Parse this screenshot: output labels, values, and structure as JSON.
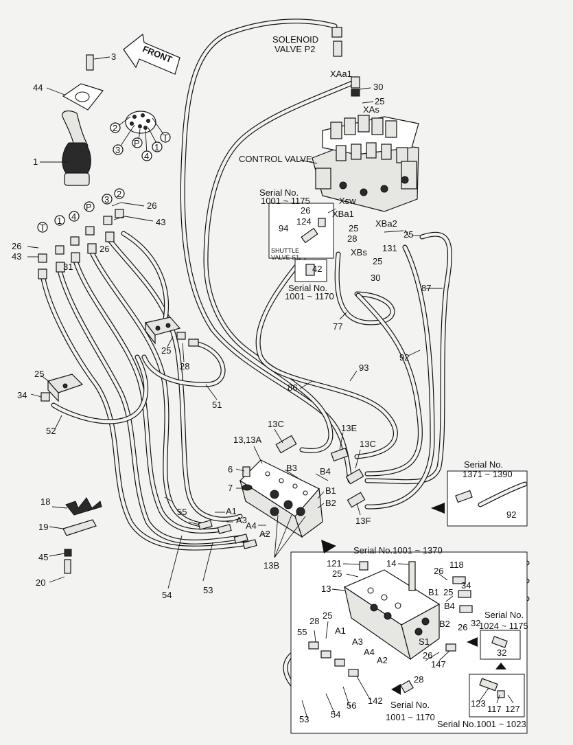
{
  "diagram": {
    "labels": {
      "solenoid": "SOLENOID",
      "valve_p2": "VALVE  P2",
      "front": "FRONT",
      "control_valve": "CONTROL VALVE",
      "xaa1": "XAa1",
      "xas": "XAs",
      "xsw": "Xsw",
      "xba1": "XBa1",
      "xba2": "XBa2",
      "xbs": "XBs",
      "serial_1001_1175": "Serial No.",
      "serial_1001_1175_range": "1001 ~ 1175",
      "serial_1001_1170": "Serial No.",
      "serial_1001_1170_range": "1001 ~ 1170",
      "shuttle_valve": "SHUTTLE",
      "shuttle_valve_2": "VALVE  S1",
      "serial_1371_1390": "Serial No.",
      "serial_1371_1390_range": "1371 ~ 1390",
      "serial_1001_1370": "Serial No.1001 ~ 1370",
      "serial_1024_1175": "Serial No.",
      "serial_1024_1175_range": "1024 ~ 1175",
      "serial_1001_1170_b": "Serial No.",
      "serial_1001_1170_b_range": "1001 ~ 1170",
      "serial_1001_1023": "Serial No.1001 ~ 1023"
    },
    "ports": {
      "p2": "2",
      "p3": "3",
      "pP": "P",
      "p4": "4",
      "p1": "1",
      "pT": "T"
    },
    "callouts": [
      {
        "id": "c3",
        "text": "3"
      },
      {
        "id": "c44",
        "text": "44"
      },
      {
        "id": "c1",
        "text": "1"
      },
      {
        "id": "c26a",
        "text": "26"
      },
      {
        "id": "c43a",
        "text": "43"
      },
      {
        "id": "c26b",
        "text": "26"
      },
      {
        "id": "c43b",
        "text": "43"
      },
      {
        "id": "c26c",
        "text": "26"
      },
      {
        "id": "c31",
        "text": "31"
      },
      {
        "id": "c25a",
        "text": "25"
      },
      {
        "id": "c28a",
        "text": "28"
      },
      {
        "id": "c25b",
        "text": "25"
      },
      {
        "id": "c34a",
        "text": "34"
      },
      {
        "id": "c51",
        "text": "51"
      },
      {
        "id": "c52",
        "text": "52"
      },
      {
        "id": "c18",
        "text": "18"
      },
      {
        "id": "c19",
        "text": "19"
      },
      {
        "id": "c45",
        "text": "45"
      },
      {
        "id": "c20",
        "text": "20"
      },
      {
        "id": "c30a",
        "text": "30"
      },
      {
        "id": "c25c",
        "text": "25"
      },
      {
        "id": "c26d",
        "text": "26"
      },
      {
        "id": "c124",
        "text": "124"
      },
      {
        "id": "c94",
        "text": "94"
      },
      {
        "id": "c25d",
        "text": "25"
      },
      {
        "id": "c28b",
        "text": "28"
      },
      {
        "id": "c42",
        "text": "42"
      },
      {
        "id": "c25e",
        "text": "25"
      },
      {
        "id": "c131",
        "text": "131"
      },
      {
        "id": "c25f",
        "text": "25"
      },
      {
        "id": "c30b",
        "text": "30"
      },
      {
        "id": "c87",
        "text": "87"
      },
      {
        "id": "c77",
        "text": "77"
      },
      {
        "id": "c92a",
        "text": "92"
      },
      {
        "id": "c93",
        "text": "93"
      },
      {
        "id": "c86",
        "text": "86"
      },
      {
        "id": "c13c_a",
        "text": "13C"
      },
      {
        "id": "c13e",
        "text": "13E"
      },
      {
        "id": "c13c_b",
        "text": "13C"
      },
      {
        "id": "c1313a",
        "text": "13,13A"
      },
      {
        "id": "c6",
        "text": "6"
      },
      {
        "id": "c7",
        "text": "7"
      },
      {
        "id": "cB3",
        "text": "B3"
      },
      {
        "id": "cB4",
        "text": "B4"
      },
      {
        "id": "cB1",
        "text": "B1"
      },
      {
        "id": "cB2",
        "text": "B2"
      },
      {
        "id": "c13f",
        "text": "13F"
      },
      {
        "id": "cA1",
        "text": "A1"
      },
      {
        "id": "cA3",
        "text": "A3"
      },
      {
        "id": "cA4",
        "text": "A4"
      },
      {
        "id": "cA2",
        "text": "A2"
      },
      {
        "id": "c55a",
        "text": "55"
      },
      {
        "id": "c13b",
        "text": "13B"
      },
      {
        "id": "c54a",
        "text": "54"
      },
      {
        "id": "c53a",
        "text": "53"
      },
      {
        "id": "c92b",
        "text": "92"
      },
      {
        "id": "c121",
        "text": "121"
      },
      {
        "id": "c25g",
        "text": "25"
      },
      {
        "id": "c14",
        "text": "14"
      },
      {
        "id": "c13",
        "text": "13"
      },
      {
        "id": "c26e",
        "text": "26"
      },
      {
        "id": "c118",
        "text": "118"
      },
      {
        "id": "c34b",
        "text": "34"
      },
      {
        "id": "c25h",
        "text": "25"
      },
      {
        "id": "cB1b",
        "text": "B1"
      },
      {
        "id": "cB4b",
        "text": "B4"
      },
      {
        "id": "c32a",
        "text": "32"
      },
      {
        "id": "cB2b",
        "text": "B2"
      },
      {
        "id": "c26f",
        "text": "26"
      },
      {
        "id": "cS1",
        "text": "S1"
      },
      {
        "id": "c26g",
        "text": "26"
      },
      {
        "id": "c147",
        "text": "147"
      },
      {
        "id": "c28c",
        "text": "28"
      },
      {
        "id": "c25i",
        "text": "25"
      },
      {
        "id": "cA1b",
        "text": "A1"
      },
      {
        "id": "cA3b",
        "text": "A3"
      },
      {
        "id": "cA4b",
        "text": "A4"
      },
      {
        "id": "cA2b",
        "text": "A2"
      },
      {
        "id": "c55b",
        "text": "55"
      },
      {
        "id": "c142",
        "text": "142"
      },
      {
        "id": "c56",
        "text": "56"
      },
      {
        "id": "c54b",
        "text": "54"
      },
      {
        "id": "c53b",
        "text": "53"
      },
      {
        "id": "c28d",
        "text": "28"
      },
      {
        "id": "c32b",
        "text": "32"
      },
      {
        "id": "c123",
        "text": "123"
      },
      {
        "id": "c117",
        "text": "117"
      },
      {
        "id": "c127",
        "text": "127"
      }
    ]
  }
}
